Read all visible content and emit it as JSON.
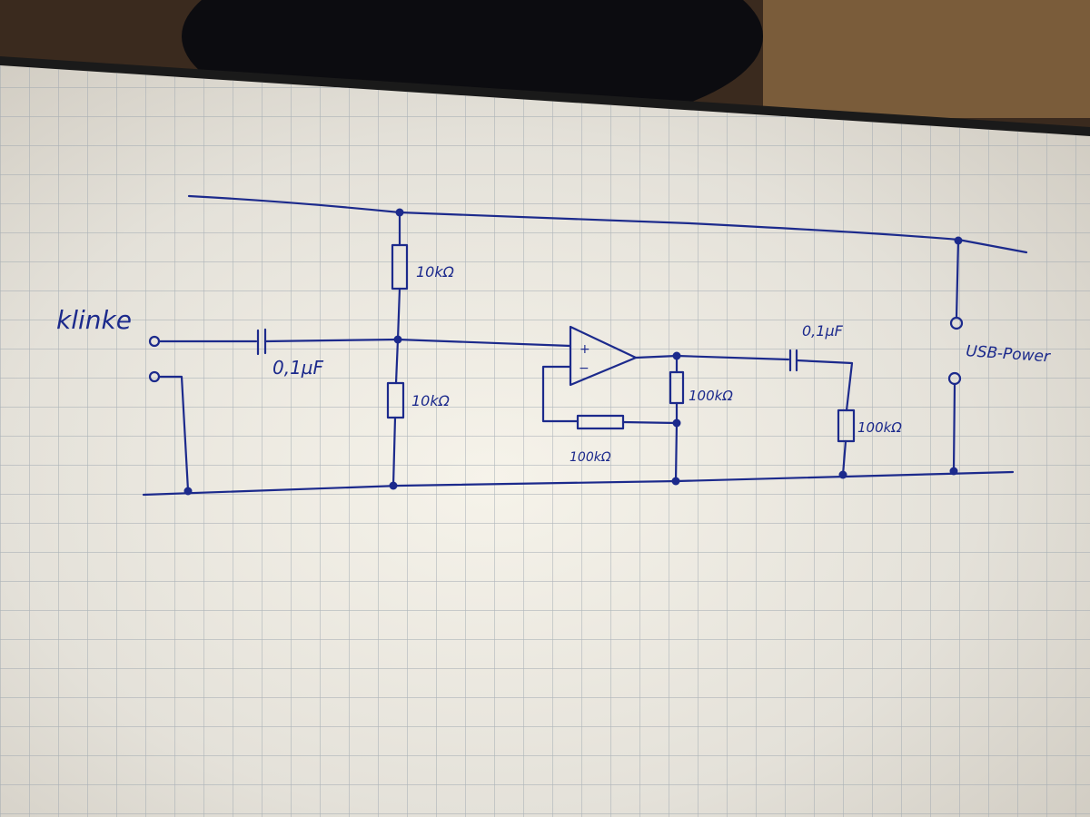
{
  "labels": {
    "input_jack": "klinke",
    "cap_in": "0,1µF",
    "res_top": "10kΩ",
    "res_bottom": "10kΩ",
    "res_feedback": "100kΩ",
    "res_gain": "100kΩ",
    "cap_out": "0,1µF",
    "res_load": "100kΩ",
    "power": "USB-Power",
    "opamp_plus": "+",
    "opamp_minus": "−"
  },
  "colors": {
    "ink": "#1c2a8c",
    "paper": "#e9e7e1",
    "grid": "#9aa4ad",
    "background": "#3a2a1e"
  }
}
